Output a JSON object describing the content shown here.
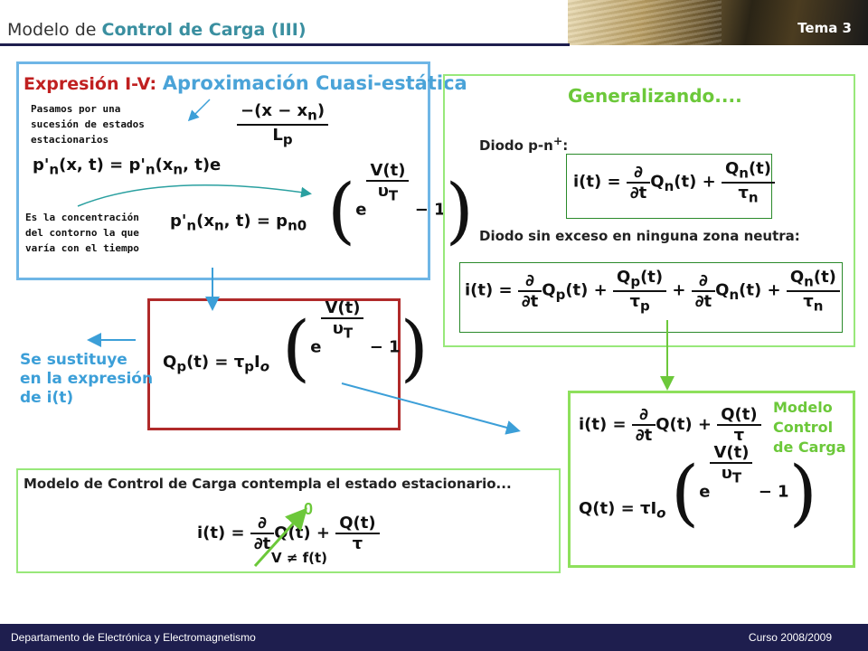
{
  "header": {
    "title_prefix": "Modelo de ",
    "title_highlight": "Control de Carga (III)",
    "tema": "Tema 3"
  },
  "footer": {
    "left": "Departamento  de Electrónica  y Electromagnetismo",
    "right": "Curso 2008/2009"
  },
  "iv_section": {
    "heading_a": "Expresión I-V: ",
    "heading_b": "Aproximación Cuasi-estática",
    "note1": [
      "Pasamos por una",
      "sucesión de estados",
      "estacionarios"
    ],
    "note2": [
      "Es la concentración",
      "del contorno la que",
      "varía con el tiempo"
    ]
  },
  "generalizing": {
    "heading": "Generalizando....",
    "diode_pn": "Diodo p-n",
    "diode_pn_sup": "+",
    "diode_no_excess": "Diodo sin exceso en ninguna zona neutra:"
  },
  "substitution": [
    "Se sustituye",
    "en la expresión",
    "de i(t)"
  ],
  "model_label": [
    "Modelo",
    "Control",
    "de Carga"
  ],
  "steady_state": {
    "heading": "Modelo de Control de Carga contempla el estado estacionario...",
    "zero": "0",
    "v_note": "V ≠ f(t)"
  },
  "colors": {
    "navy": "#1e1e4e",
    "blue_box": "#6fb6e6",
    "green_box": "#98e87a",
    "red_box": "#b02a2a",
    "teal_title": "#3a8fa0"
  }
}
